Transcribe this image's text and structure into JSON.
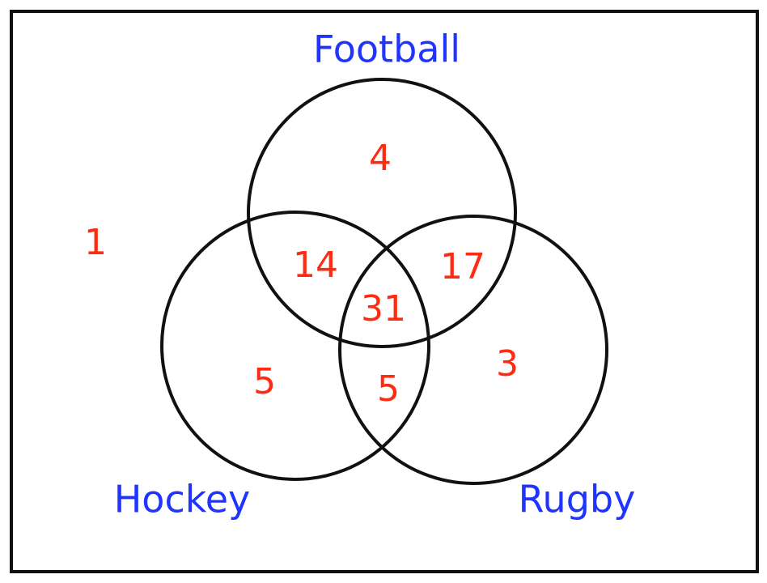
{
  "colors": {
    "label": "#1f35ff",
    "count": "#ff2a12",
    "outline": "#111111"
  },
  "sets": {
    "football": "Football",
    "hockey": "Hockey",
    "rugby": "Rugby"
  },
  "regions": {
    "football_only": "4",
    "hockey_only": "5",
    "rugby_only": "3",
    "football_hockey": "14",
    "football_rugby": "17",
    "hockey_rugby": "5",
    "all_three": "31",
    "outside": "1"
  }
}
